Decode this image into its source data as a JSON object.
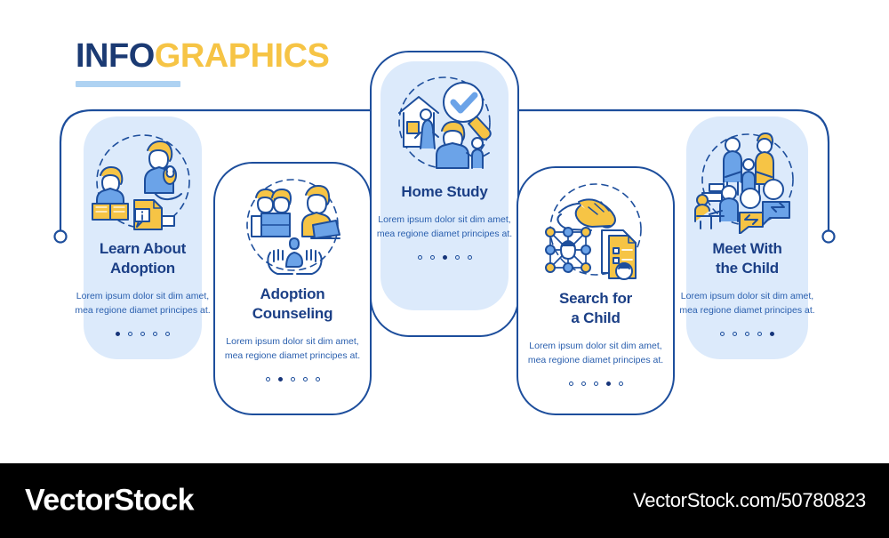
{
  "header": {
    "title_part1": "INFO",
    "title_part2": "GRAPHICS"
  },
  "colors": {
    "navy": "#1b3f86",
    "outline_blue": "#1d4e9c",
    "fill_blue": "#dceafb",
    "yellow": "#f6c445",
    "mid_blue": "#6ba3e8",
    "body_text": "#2a5fae",
    "rule": "#aed2f2",
    "footer_bg": "#000000"
  },
  "cards": [
    {
      "id": "learn-about-adoption",
      "title": "Learn About\nAdoption",
      "body": "Lorem ipsum dolor sit dim amet, mea regione diamet principes at.",
      "icon": "reading-parent-baby-info-icon",
      "style": "filled",
      "dots": {
        "count": 5,
        "active": 1
      }
    },
    {
      "id": "adoption-counseling",
      "title": "Adoption\nCounseling",
      "body": "Lorem ipsum dolor sit dim amet, mea regione diamet principes at.",
      "icon": "counseling-couple-hands-child-icon",
      "style": "outlined",
      "dots": {
        "count": 5,
        "active": 2
      }
    },
    {
      "id": "home-study",
      "title": "Home Study",
      "body": "Lorem ipsum dolor sit dim amet, mea regione diamet principes at.",
      "icon": "house-magnifier-check-parent-child-icon",
      "style": "outlined-filled",
      "dots": {
        "count": 5,
        "active": 3
      }
    },
    {
      "id": "search-for-a-child",
      "title": "Search for\na Child",
      "body": "Lorem ipsum dolor sit dim amet, mea regione diamet principes at.",
      "icon": "hands-network-documents-icon",
      "style": "outlined",
      "dots": {
        "count": 5,
        "active": 4
      }
    },
    {
      "id": "meet-with-the-child",
      "title": "Meet With\nthe Child",
      "body": "Lorem ipsum dolor sit dim amet, mea regione diamet principes at.",
      "icon": "family-meeting-speech-icon",
      "style": "filled",
      "dots": {
        "count": 5,
        "active": 5
      }
    }
  ],
  "footer": {
    "brand": "VectorStock",
    "url": "VectorStock.com/50780823"
  }
}
